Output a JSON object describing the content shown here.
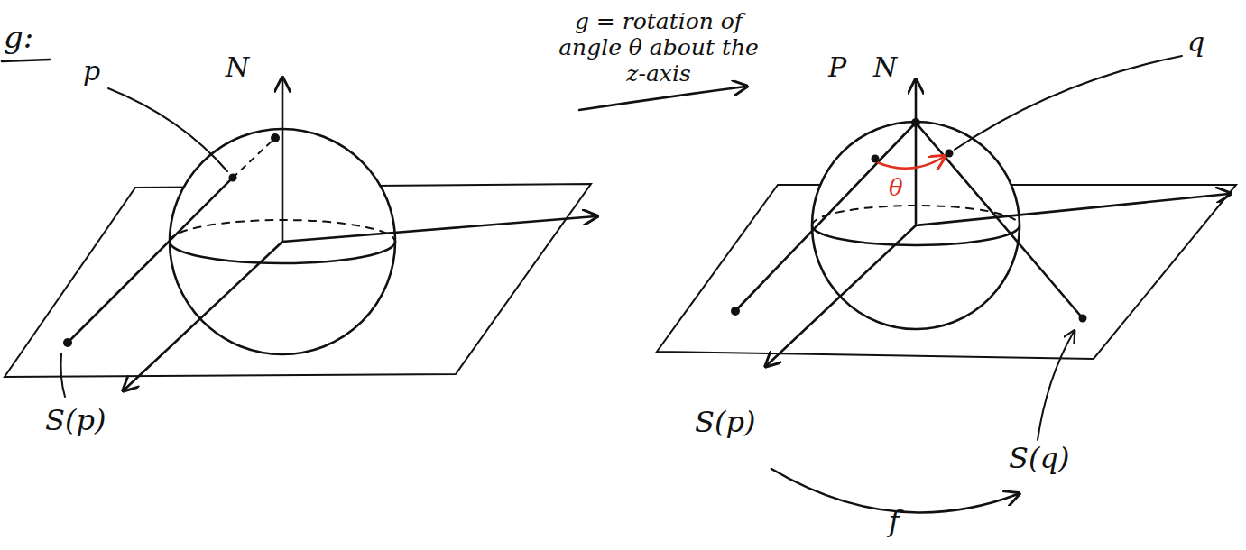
{
  "diagram": {
    "labels": [
      "g:",
      "p",
      "N",
      "g = rotation of angle θ about the z-axis",
      "P",
      "N",
      "q",
      "θ",
      "S(p)",
      "S(p)",
      "S(q)",
      "f"
    ]
  }
}
